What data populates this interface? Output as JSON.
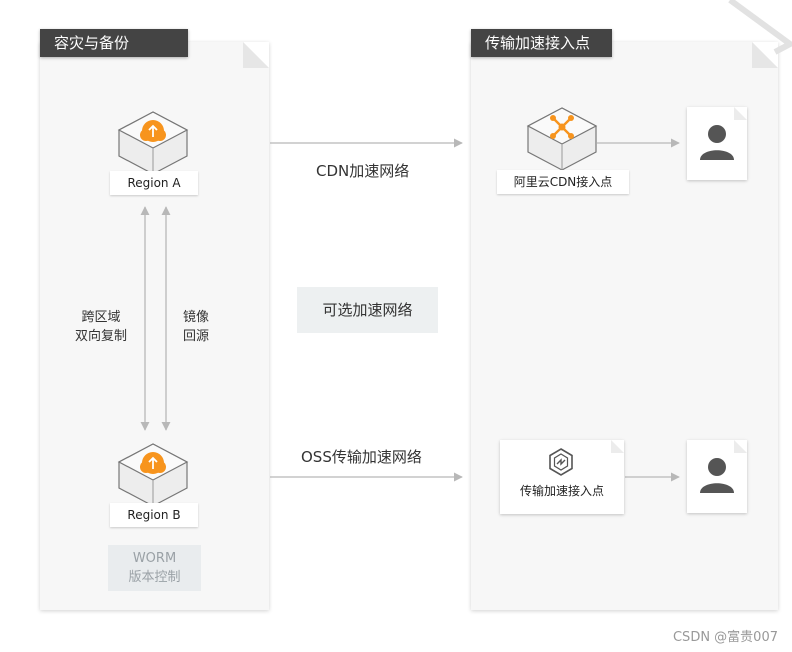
{
  "panels": {
    "left_title": "容灾与备份",
    "right_title": "传输加速接入点"
  },
  "nodes": {
    "region_a": "Region A",
    "region_b": "Region B",
    "cdn_point": "阿里云CDN接入点",
    "transfer_point": "传输加速接入点"
  },
  "links": {
    "cross_region_line1": "跨区域",
    "cross_region_line2": "双向复制",
    "mirror_line1": "镜像",
    "mirror_line2": "回源",
    "cdn_network": "CDN加速网络",
    "oss_network": "OSS传输加速网络"
  },
  "optional_box": "可选加速网络",
  "worm": {
    "line1": "WORM",
    "line2": "版本控制"
  },
  "footer": "CSDN @富贵007",
  "colors": {
    "title_bg": "#444444",
    "accent_orange": "#f7941d",
    "arrow": "#b8b8b8",
    "panel_bg": "#f7f7f7",
    "user_icon": "#555555"
  },
  "icons": [
    "oss-bucket-icon",
    "cdn-node-icon",
    "transfer-acceleration-icon",
    "user-icon"
  ]
}
